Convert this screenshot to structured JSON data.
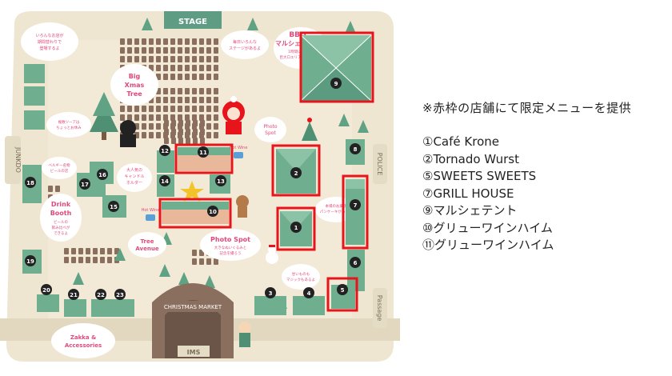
{
  "map": {
    "stage": "STAGE",
    "exit_ims": "IMS",
    "gate": "CHRISTMAS MARKET",
    "street_left": "JUNKDO",
    "street_right_top": "POLICE",
    "street_right_bottom": "Passage",
    "big_tree": [
      "Big",
      "Xmas",
      "Tree"
    ],
    "bbq": "BBQ",
    "marche_tent": "マルシェテント",
    "zakka": [
      "Zakka &",
      "Accessories"
    ],
    "drink_booth": [
      "Drink",
      "Booth"
    ],
    "tree_avenue": [
      "Tree",
      "Avenue"
    ],
    "photo_spot_1": [
      "Photo",
      "Spot"
    ],
    "photo_spot_2": "Photo Spot",
    "hot_wine": "Hot Wine",
    "bubbles": {
      "top_left": [
        "いろんなお店が",
        "期間替わりで",
        "登場するよ"
      ],
      "stage": [
        "毎日いろんな",
        "ステージがあるよ"
      ],
      "tent": [
        "1時間に1回",
        "巨大ロエリアがあるよ"
      ],
      "left_mid": [
        "複数ツーアは",
        "ちょっとお休み"
      ],
      "left_lower": [
        "ベルギー名物",
        "ビールの店"
      ],
      "drink": [
        "ビールの",
        "飲み比べが",
        "できるよ"
      ],
      "center": [
        "大人気の",
        "キャンドル",
        "ホルダー"
      ],
      "right_mid": [
        "本場のお菓子",
        "パンケーキがあるよ"
      ],
      "photo2": [
        "大きなぬいぐるみと",
        "記念を撮ろう"
      ],
      "bottom": [
        "甘いものも",
        "マジックもあるよ"
      ]
    },
    "stalls": [
      {
        "n": "1",
        "highlight": true
      },
      {
        "n": "2",
        "highlight": true
      },
      {
        "n": "3",
        "highlight": false
      },
      {
        "n": "4",
        "highlight": false
      },
      {
        "n": "5",
        "highlight": true
      },
      {
        "n": "6",
        "highlight": false
      },
      {
        "n": "7",
        "highlight": true
      },
      {
        "n": "8",
        "highlight": false
      },
      {
        "n": "9",
        "highlight": true
      },
      {
        "n": "10",
        "highlight": true
      },
      {
        "n": "11",
        "highlight": true
      },
      {
        "n": "12",
        "highlight": false
      },
      {
        "n": "13",
        "highlight": false
      },
      {
        "n": "14",
        "highlight": false
      },
      {
        "n": "15",
        "highlight": false
      },
      {
        "n": "16",
        "highlight": false
      },
      {
        "n": "17",
        "highlight": false
      },
      {
        "n": "18",
        "highlight": false
      },
      {
        "n": "19",
        "highlight": false
      },
      {
        "n": "20",
        "highlight": false
      },
      {
        "n": "21",
        "highlight": false
      },
      {
        "n": "22",
        "highlight": false
      },
      {
        "n": "23",
        "highlight": false
      }
    ]
  },
  "legend": {
    "note": "※赤枠の店舗にて限定メニューを提供",
    "items": [
      "①Café Krone",
      "②Tornado Wurst",
      "⑤SWEETS SWEETS",
      "⑦GRILL HOUSE",
      "⑨マルシェテント",
      "⑩グリューワインハイム",
      "⑪グリューワインハイム"
    ]
  },
  "colors": {
    "ground": "#efe6d2",
    "stall_green": "#5b9b7f",
    "roof_light": "#8cc2a6",
    "highlight": "#e8141b",
    "seat": "#8a6f5e",
    "badge": "#222222",
    "bubble_text": "#e04a7a",
    "cream": "#fff8ea"
  }
}
